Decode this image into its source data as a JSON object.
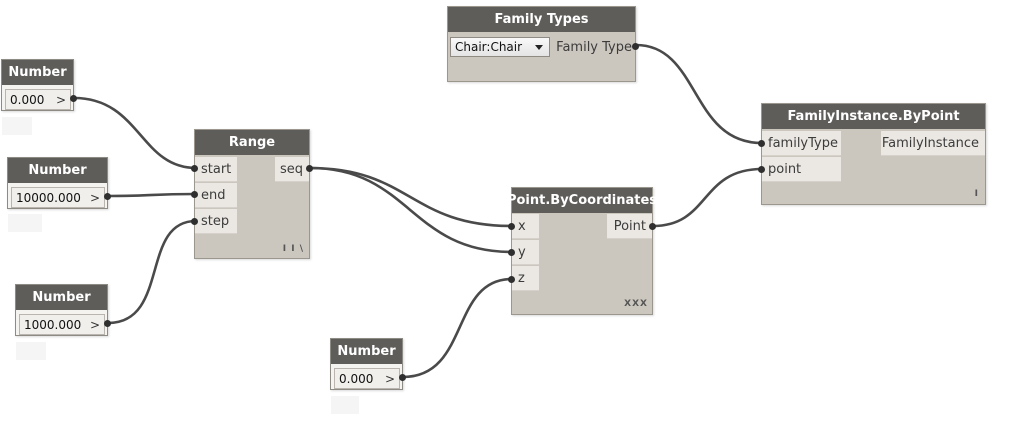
{
  "nodes": {
    "family_types": {
      "title": "Family Types",
      "selected": "Chair:Chair",
      "output": "Family Type"
    },
    "number_1": {
      "title": "Number",
      "value": "0.000",
      "arrow": ">"
    },
    "number_2": {
      "title": "Number",
      "value": "10000.000",
      "arrow": ">"
    },
    "number_3": {
      "title": "Number",
      "value": "1000.000",
      "arrow": ">"
    },
    "number_4": {
      "title": "Number",
      "value": "0.000",
      "arrow": ">"
    },
    "range": {
      "title": "Range",
      "inputs": [
        "start",
        "end",
        "step"
      ],
      "output": "seq",
      "lacing": "I I \\"
    },
    "point_by_coordinates": {
      "title": "Point.ByCoordinates",
      "inputs": [
        "x",
        "y",
        "z"
      ],
      "output": "Point",
      "lacing": "XXX"
    },
    "family_instance_by_point": {
      "title": "FamilyInstance.ByPoint",
      "inputs": [
        "familyType",
        "point"
      ],
      "output": "FamilyInstance",
      "lacing": "I"
    }
  },
  "colors": {
    "node_header": "#5f5d5a",
    "node_body": "#cbc6be",
    "port_bg": "#ebe8e3",
    "wire": "#4a4a4a",
    "canvas": "#ffffff"
  }
}
